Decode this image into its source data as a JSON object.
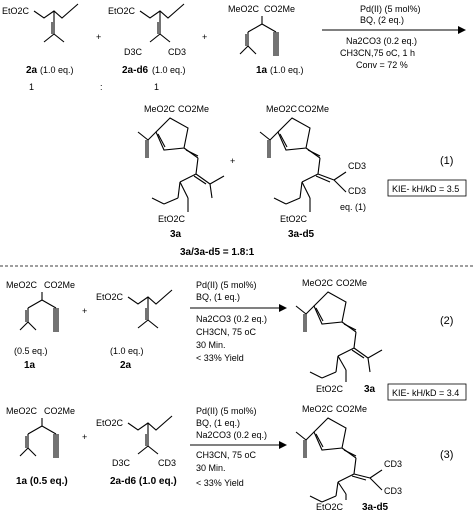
{
  "eq1": {
    "r1_group": "EtO2C",
    "r1_label": "2a",
    "r1_amount": "(1.0 eq.)",
    "r2_group": "EtO2C",
    "r2_cd3_a": "D3C",
    "r2_cd3_b": "CD3",
    "r2_label": "2a-d6",
    "r2_amount": "(1.0 eq.)",
    "r3_left": "MeO2C",
    "r3_right": "CO2Me",
    "r3_label": "1a",
    "r3_amount": "(1.0 eq.)",
    "plus": "+",
    "ratio_left": "1",
    "ratio_colon": ":",
    "ratio_right": "1",
    "cond_1": "Pd(II) (5 mol%)",
    "cond_2": "BQ, (2 eq.)",
    "cond_3": "Na2CO3 (0.2 eq.)",
    "cond_4": "CH3CN,75 oC, 1 h",
    "cond_5": "Conv = 72 %",
    "p1_left": "MeO2C",
    "p1_right": "CO2Me",
    "p1_ester": "EtO2C",
    "p1_label": "3a",
    "p2_left": "MeO2C",
    "p2_right": "CO2Me",
    "p2_cd3_a": "CD3",
    "p2_cd3_b": "CD3",
    "p2_ester": "EtO2C",
    "p2_label": "3a-d5",
    "ratio_result": "3a/3a-d5 = 1.8:1",
    "eq_number": "(1)",
    "eq_inline": "eq. (1)",
    "kie": "KIE- kH/kD = 3.5"
  },
  "eq2": {
    "r1_left": "MeO2C",
    "r1_right": "CO2Me",
    "r1_amount": "(0.5 eq.)",
    "r1_label": "1a",
    "r2_group": "EtO2C",
    "r2_amount": "(1.0 eq.)",
    "r2_label": "2a",
    "plus": "+",
    "cond_1": "Pd(II) (5 mol%)",
    "cond_2": "BQ, (1 eq.)",
    "cond_3": "Na2CO3 (0.2 eq.)",
    "cond_4": "CH3CN, 75 oC",
    "cond_5": "30 Min.",
    "cond_6": "< 33% Yield",
    "p_left": "MeO2C",
    "p_right": "CO2Me",
    "p_ester": "EtO2C",
    "p_label": "3a",
    "eq_number": "(2)",
    "kie": "KIE- kH/kD = 3.4"
  },
  "eq3": {
    "r1_left": "MeO2C",
    "r1_right": "CO2Me",
    "r1_label": "1a (0.5 eq.)",
    "r2_group": "EtO2C",
    "r2_cd3_a": "D3C",
    "r2_cd3_b": "CD3",
    "r2_label": "2a-d6 (1.0 eq.)",
    "plus": "+",
    "cond_1": "Pd(II) (5 mol%)",
    "cond_2": "BQ, (1 eq.)",
    "cond_3": "Na2CO3 (0.2 eq.)",
    "cond_4": "CH3CN, 75 oC",
    "cond_5": "30 Min.",
    "cond_6": "< 33% Yield",
    "p_left": "MeO2C",
    "p_right": "CO2Me",
    "p_cd3_a": "CD3",
    "p_cd3_b": "CD3",
    "p_ester": "EtO2C",
    "p_label": "3a-d5",
    "eq_number": "(3)"
  }
}
